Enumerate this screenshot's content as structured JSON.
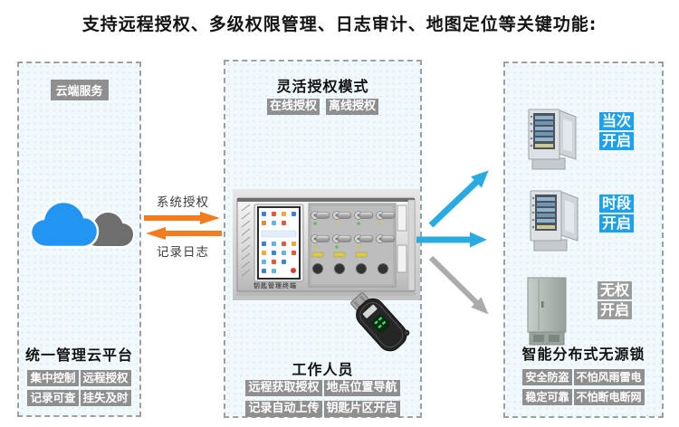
{
  "title": "支持远程授权、多级权限管理、日志审计、地图定位等关键功能:",
  "colors": {
    "accent_orange": "#F47B20",
    "accent_blue": "#29ABE2",
    "label_blue": "#1FA0EA",
    "tag_gray": "#8F8F8F",
    "arrow_gray": "#ABABAB",
    "cloud_blue": "#2295F2",
    "cloud_gray": "#6E6E6E"
  },
  "left_panel": {
    "header_tag": "云端服务",
    "title": "统一管理云平台",
    "feature_tags": [
      "集中控制",
      "远程授权",
      "记录可查",
      "挂失及时"
    ]
  },
  "left_connector": {
    "forward_label": "系统授权",
    "backward_label": "记录日志"
  },
  "middle_panel": {
    "title": "灵活授权模式",
    "mode_tags": [
      "在线授权",
      "离线授权"
    ],
    "device_label": "钥匙管理终端",
    "person_title": "工作人员",
    "feature_tags": [
      "远程获取授权",
      "地点位置导航",
      "记录自动上传",
      "钥匙片区开启"
    ]
  },
  "right_panel": {
    "items": [
      {
        "line1": "当次",
        "line2": "开启",
        "style": "blue"
      },
      {
        "line1": "时段",
        "line2": "开启",
        "style": "blue"
      },
      {
        "line1": "无权",
        "line2": "开启",
        "style": "gray"
      }
    ],
    "title": "智能分布式无源锁",
    "feature_tags": [
      "安全防盗",
      "不怕风雨雷电",
      "稳定可靠",
      "不怕断电断网"
    ]
  }
}
